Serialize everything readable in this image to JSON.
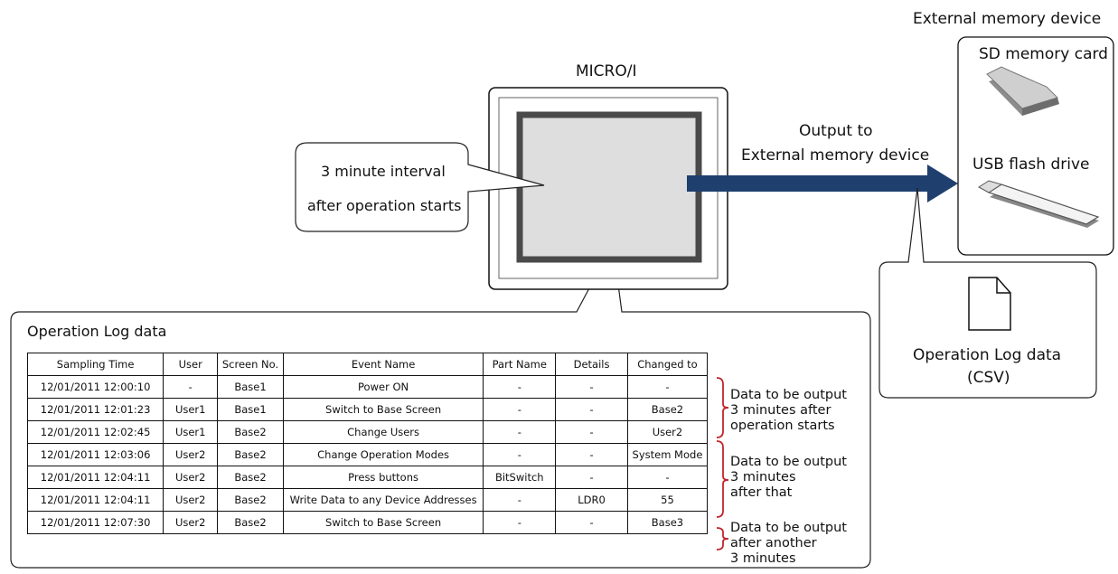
{
  "device_title": "MICRO/I",
  "bubble": {
    "line1": "3 minute interval",
    "line2": "after operation starts"
  },
  "arrow_label": {
    "line1": "Output to",
    "line2": "External memory device"
  },
  "external": {
    "title": "External memory device",
    "sd_label": "SD memory card",
    "usb_label": "USB flash drive"
  },
  "csv_box": {
    "line1": "Operation Log data",
    "line2": "(CSV)"
  },
  "log": {
    "title": "Operation Log data",
    "headers": [
      "Sampling Time",
      "User",
      "Screen No.",
      "Event Name",
      "Part Name",
      "Details",
      "Changed to"
    ],
    "rows": [
      [
        "12/01/2011 12:00:10",
        "-",
        "Base1",
        "Power ON",
        "-",
        "-",
        "-"
      ],
      [
        "12/01/2011 12:01:23",
        "User1",
        "Base1",
        "Switch to Base Screen",
        "-",
        "-",
        "Base2"
      ],
      [
        "12/01/2011 12:02:45",
        "User1",
        "Base2",
        "Change Users",
        "-",
        "-",
        "User2"
      ],
      [
        "12/01/2011 12:03:06",
        "User2",
        "Base2",
        "Change Operation Modes",
        "-",
        "-",
        "System Mode"
      ],
      [
        "12/01/2011 12:04:11",
        "User2",
        "Base2",
        "Press buttons",
        "BitSwitch",
        "-",
        "-"
      ],
      [
        "12/01/2011 12:04:11",
        "User2",
        "Base2",
        "Write Data to any Device Addresses",
        "-",
        "LDR0",
        "55"
      ],
      [
        "12/01/2011 12:07:30",
        "User2",
        "Base2",
        "Switch to Base Screen",
        "-",
        "-",
        "Base3"
      ]
    ]
  },
  "groups": [
    {
      "l1": "Data to be output",
      "l2": "3 minutes after",
      "l3": "operation starts"
    },
    {
      "l1": "Data to be output",
      "l2": "3 minutes",
      "l3": "after that"
    },
    {
      "l1": "Data to be output",
      "l2": "after another",
      "l3": "3 minutes"
    }
  ],
  "colors": {
    "arrow": "#1f3f6e",
    "brace": "#c0262c",
    "screen": "#dedede",
    "bezel": "#4a4a4a"
  }
}
